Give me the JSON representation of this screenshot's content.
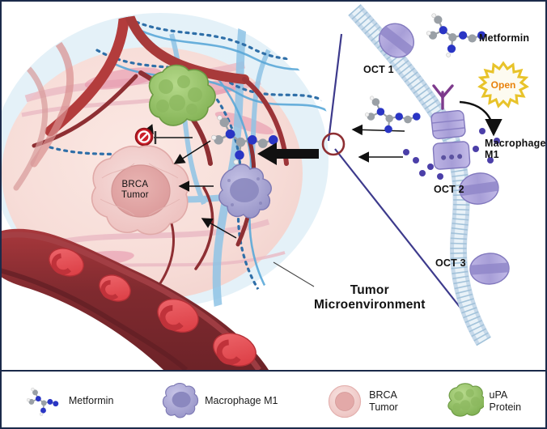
{
  "figure": {
    "title": "Metformin action on BRCA tumor microenvironment via OCT transporters",
    "border_color": "#1b2a4a",
    "background": "#ffffff"
  },
  "main": {
    "labels": {
      "metformin": "Metformin",
      "oct1": "OCT 1",
      "oct2": "OCT 2",
      "oct3": "OCT 3",
      "macrophage_m1": "Macrophage\nM1",
      "tumor_microenvironment": "Tumor\nMicroenvironment",
      "brca_tumor": "BRCA\nTumor",
      "open": "Open"
    },
    "elements": {
      "inhibition_symbol": "no-entry-icon",
      "magnifier_circle": "magnifier-icon",
      "receptor": "y-receptor-icon",
      "starburst": "starburst-icon"
    }
  },
  "legend": {
    "items": [
      {
        "icon": "metformin-molecule-icon",
        "label": "Metformin"
      },
      {
        "icon": "macrophage-cell-icon",
        "label": "Macrophage M1"
      },
      {
        "icon": "brca-tumor-cell-icon",
        "label": "BRCA\nTumor"
      },
      {
        "icon": "upa-protein-icon",
        "label": "uPA\nProtein"
      }
    ]
  },
  "colors": {
    "artery_red": "#b33c3c",
    "vessel_dark_red": "#8e2f33",
    "blood_cell_red": "#e8545b",
    "tumor_pink": "#f7ddd8",
    "brca_cell_pink": "#f2c9c6",
    "lymph_blue": "#cfe6f2",
    "dna_blue": "#2f6fa8",
    "macrophage_purple": "#a9a7d4",
    "upa_green": "#97c46b",
    "transporter_purple": "#b0a6db",
    "membrane_blue": "#c6d9ea",
    "navy_line": "#3d3a8c",
    "open_orange": "#e8820c",
    "starburst_gold": "#e8c32a",
    "inhibit_red": "#cc1f29"
  }
}
